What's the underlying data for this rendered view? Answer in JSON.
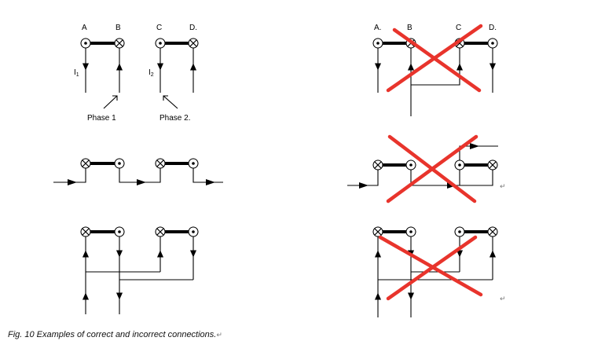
{
  "labels": {
    "a": "A",
    "b": "B",
    "c": "C",
    "d": "D.",
    "a_right": "A.",
    "i1": "I",
    "i1_sub": "1",
    "i2": "I",
    "i2_sub": "2",
    "phase1": "Phase 1",
    "phase2": "Phase 2."
  },
  "caption": "Fig. 10 Examples of correct and incorrect connections.",
  "return_mark": "↵",
  "colors": {
    "wire": "#000000",
    "cross": "#e8342c",
    "background": "#ffffff"
  }
}
